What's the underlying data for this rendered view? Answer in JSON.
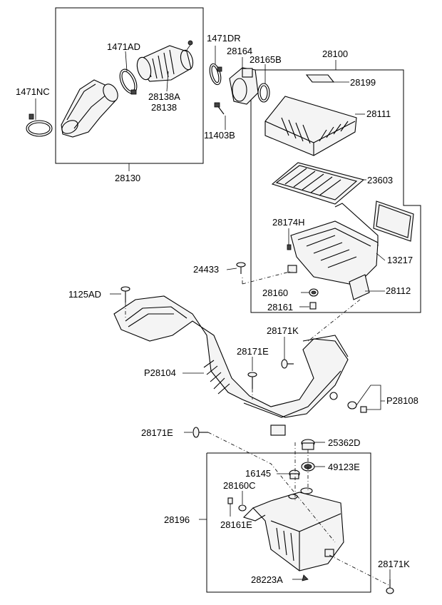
{
  "labels": {
    "l_1471NC": "1471NC",
    "l_1471AD": "1471AD",
    "l_28138A": "28138A",
    "l_28138": "28138",
    "l_1471DR": "1471DR",
    "l_28164": "28164",
    "l_28165B": "28165B",
    "l_11403B": "11403B",
    "l_28130": "28130",
    "l_28100": "28100",
    "l_28199": "28199",
    "l_28111": "28111",
    "l_23603": "23603",
    "l_28174H": "28174H",
    "l_13217": "13217",
    "l_24433": "24433",
    "l_28160": "28160",
    "l_28112": "28112",
    "l_28161": "28161",
    "l_1125AD": "1125AD",
    "l_28171K_a": "28171K",
    "l_28171E_a": "28171E",
    "l_P28104": "P28104",
    "l_P28108": "P28108",
    "l_28171E_b": "28171E",
    "l_25362D": "25362D",
    "l_16145": "16145",
    "l_49123E": "49123E",
    "l_28160C": "28160C",
    "l_28196": "28196",
    "l_28161E": "28161E",
    "l_28223A": "28223A",
    "l_28171K_b": "28171K"
  }
}
